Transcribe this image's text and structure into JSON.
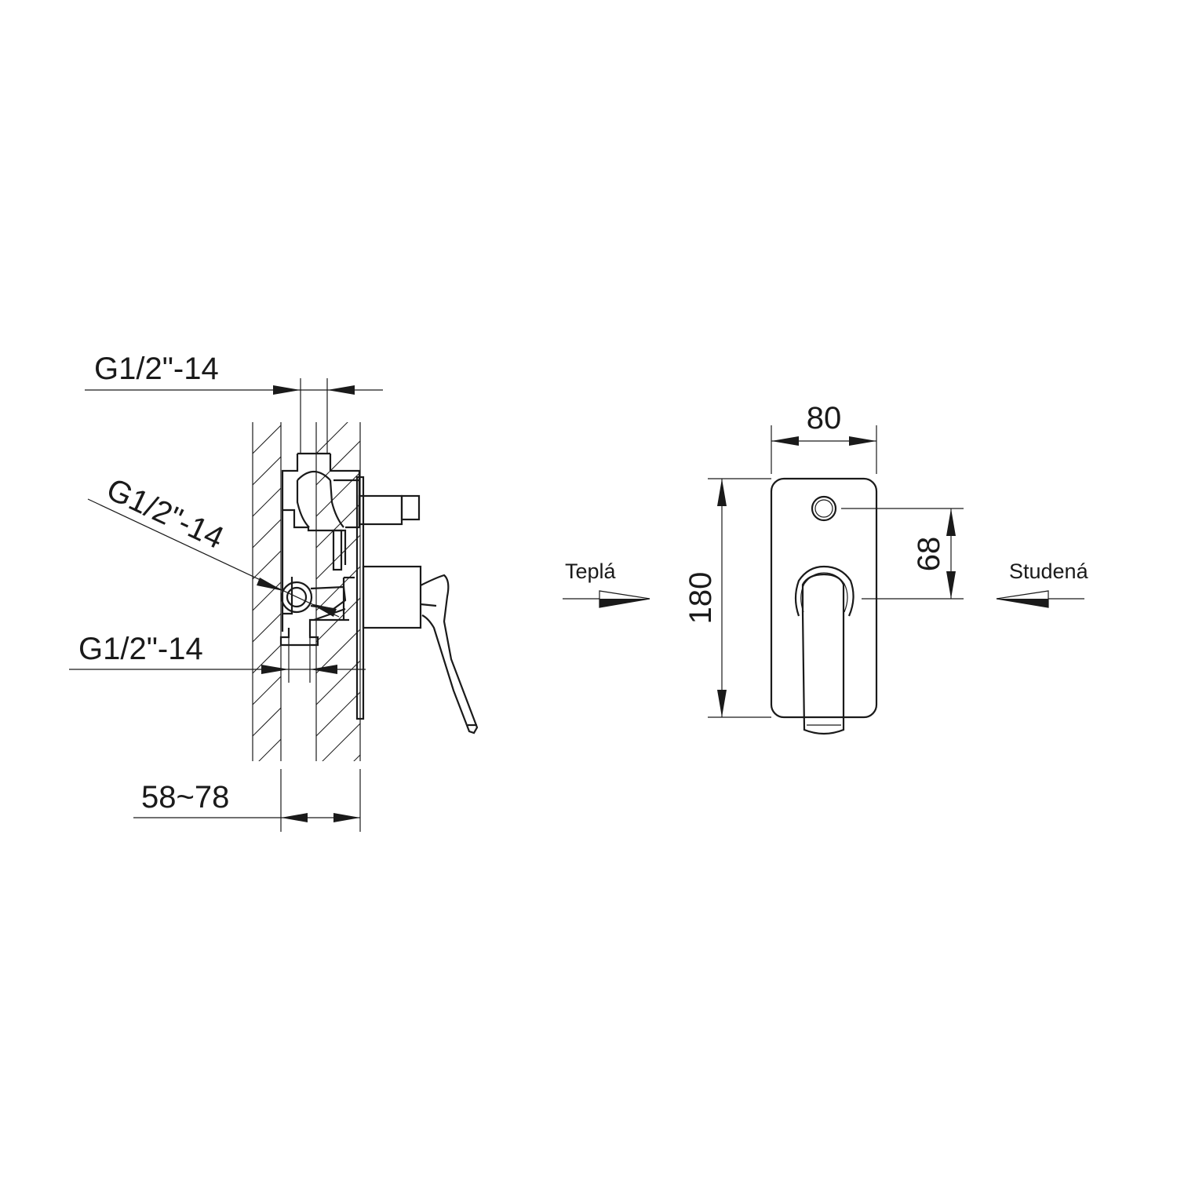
{
  "side_view": {
    "top_inlet_thread": "G1/2\"-14",
    "side_inlet_thread": "G1/2\"-14",
    "bottom_outlet_thread": "G1/2\"-14",
    "installation_depth": "58~78"
  },
  "front_view": {
    "width": "80",
    "height": "180",
    "axis_distance": "68",
    "hot_label": "Teplá",
    "cold_label": "Studená"
  }
}
